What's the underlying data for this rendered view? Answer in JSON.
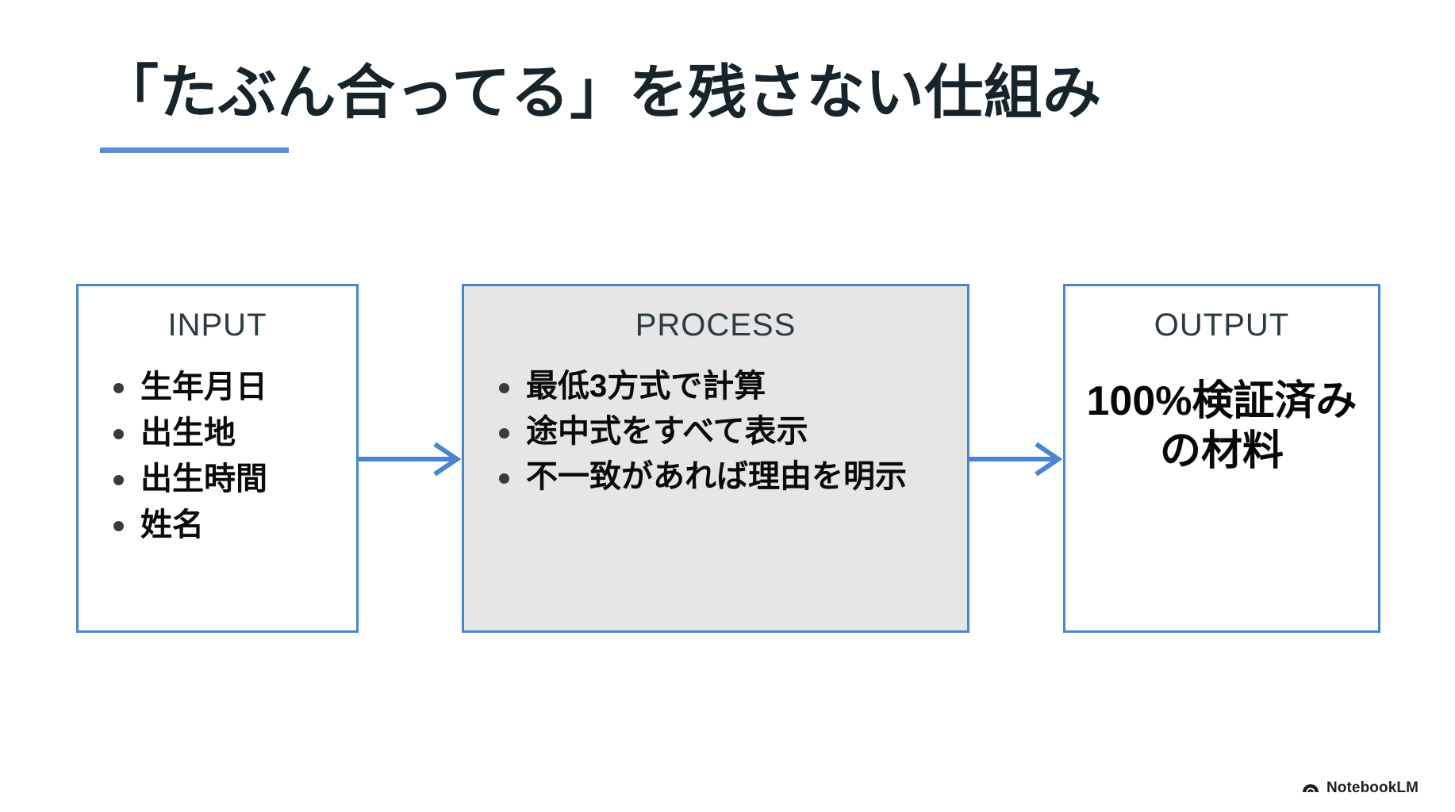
{
  "slide": {
    "title": "「たぶん合ってる」を残さない仕組み",
    "accent_color": "#5b8fd4",
    "title_color": "#17242b",
    "background_color": "#ffffff"
  },
  "diagram": {
    "type": "flow",
    "border_color": "#4a86d0",
    "arrow_color": "#4a86d0",
    "nodes": [
      {
        "key": "input",
        "heading": "INPUT",
        "fill": "#ffffff",
        "items": [
          "生年月日",
          "出生地",
          "出生時間",
          "姓名"
        ]
      },
      {
        "key": "process",
        "heading": "PROCESS",
        "fill": "#e6e6e6",
        "items": [
          "最低3方式で計算",
          "途中式をすべて表示",
          "不一致があれば理由を明示"
        ]
      },
      {
        "key": "output",
        "heading": "OUTPUT",
        "fill": "#ffffff",
        "text": "100%検証済みの材料"
      }
    ],
    "connectors": [
      {
        "key": "arrow-1",
        "from": "input",
        "to": "process",
        "icon": "arrow-right-icon"
      },
      {
        "key": "arrow-2",
        "from": "process",
        "to": "output",
        "icon": "arrow-right-icon"
      }
    ]
  },
  "watermark": {
    "label": "NotebookLM",
    "icon": "notebooklm-logo-icon"
  }
}
